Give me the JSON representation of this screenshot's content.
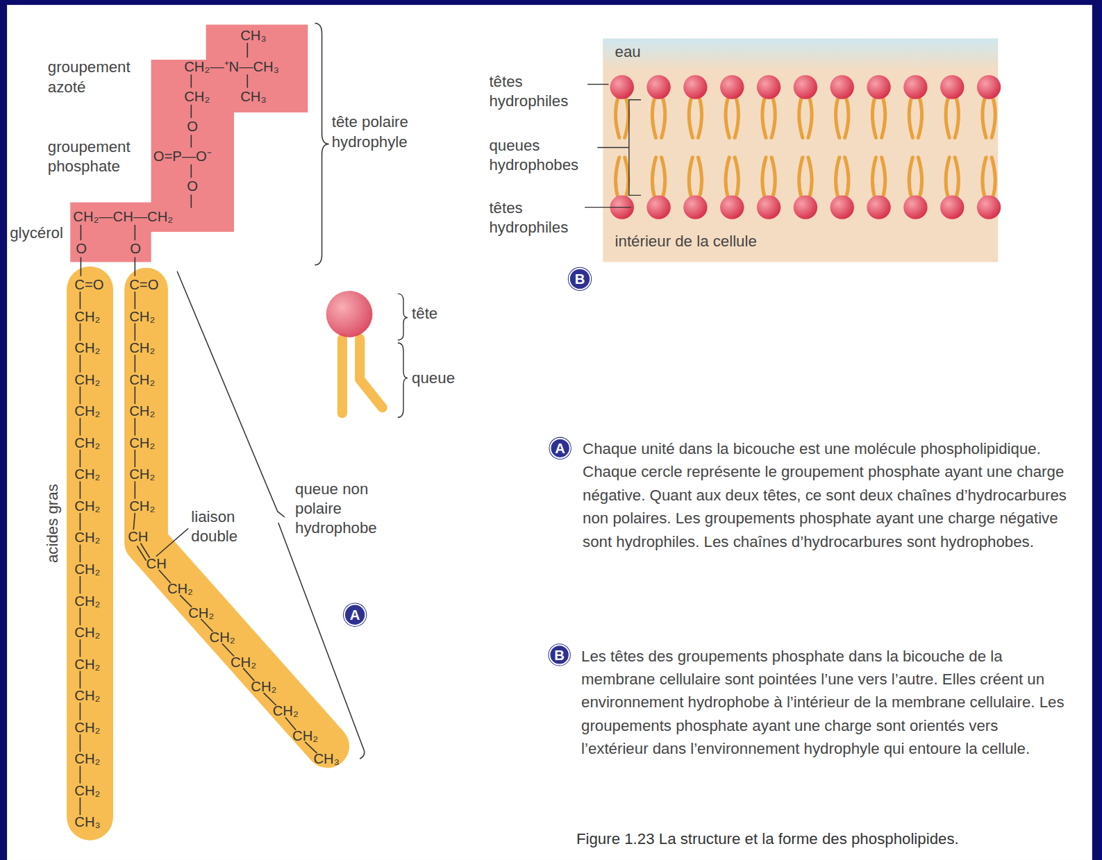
{
  "diagram": {
    "caption": "Figure 1.23 La structure et la forme des phospholipides.",
    "nodes": [
      {
        "text": [
          "B"
        ]
      },
      {
        "text": [
          "A"
        ]
      },
      {
        "text": [
          "A"
        ]
      },
      {
        "text": [
          "B"
        ]
      }
    ],
    "labels": [
      "CH₃",
      "CH₂—⁺N—CH₃",
      "CH₂",
      "CH₃",
      "O",
      "O=P—O⁻",
      "O",
      "CH₂—CH—CH₂",
      "O",
      "O",
      "C=O",
      "CH₂",
      "CH₂",
      "CH₂",
      "CH₂",
      "CH₂",
      "CH₂",
      "CH₂",
      "CH₂",
      "CH₂",
      "CH₂",
      "CH₂",
      "CH₂",
      "CH₂",
      "CH₂",
      "CH₂",
      "CH₂",
      "CH₃",
      "C=O",
      "CH₂",
      "CH₂",
      "CH₂",
      "CH₂",
      "CH₂",
      "CH₂",
      "CH₂",
      "CH",
      "CH",
      "CH₂",
      "CH₂",
      "CH₂",
      "CH₂",
      "CH₂",
      "CH₂",
      "CH₂",
      "CH₃",
      "groupement azoté",
      "groupement phosphate",
      "glycérol",
      "tête polaire hydrophyle",
      "acides gras",
      "liaison double",
      "queue non polaire hydrophobe",
      "tête",
      "queue",
      "eau",
      "têtes hydrophiles",
      "queues hydrophobes",
      "têtes hydrophiles",
      "intérieur de la cellule",
      "Chaque unité dans la bicouche est une molécule phospholipidique. Chaque cercle représente le groupement phosphate ayant une charge négative. Quant aux deux têtes, ce sont deux chaînes d’hydrocarbures non polaires. Les groupements phosphate ayant une charge négative sont hydrophiles. Les chaînes d’hydrocarbures sont hydrophobes.",
      "Les têtes des groupements phosphate dans la bicouche de la membrane cellulaire sont pointées l’une vers l’autre. Elles créent un environnement hydrophobe à l’intérieur de la membrane cellulaire. Les groupements phosphate ayant une charge sont orientés vers l’extérieur dans l’environnement hydrophyle qui entoure la cellule."
    ]
  }
}
